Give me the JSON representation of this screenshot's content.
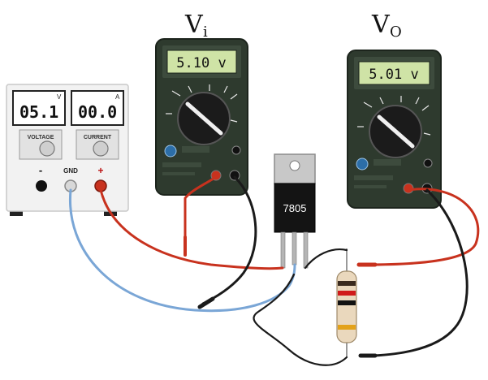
{
  "labels": {
    "vi_main": "V",
    "vi_sub": "i",
    "vo_main": "V",
    "vo_sub": "O"
  },
  "psu": {
    "voltage_unit": "V",
    "current_unit": "A",
    "voltage_display": "05.1",
    "current_display": "00.0",
    "voltage_knob_label": "VOLTAGE",
    "current_knob_label": "CURRENT",
    "minus_label": "-",
    "gnd_label": "GND",
    "plus_label": "+"
  },
  "meter_input": {
    "display": "5.10 v"
  },
  "meter_output": {
    "display": "5.01 v"
  },
  "regulator": {
    "part_number": "7805"
  },
  "colors": {
    "red_lead": "#c8321e",
    "blue_lead": "#7aa6d6",
    "black_lead": "#1a1a1a",
    "meter_body": "#2e3a2e",
    "lcd_green": "#cfe3a6",
    "psu_body": "#f2f2f2"
  }
}
